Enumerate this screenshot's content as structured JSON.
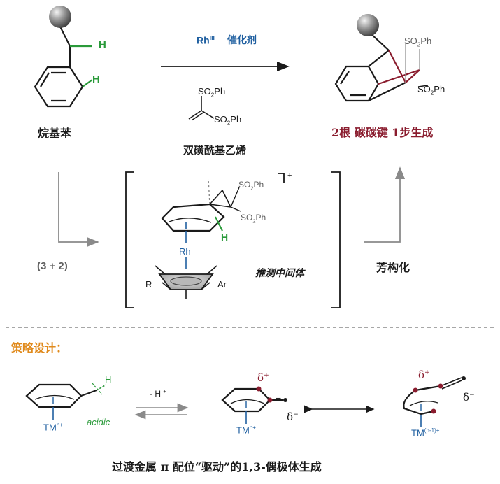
{
  "colors": {
    "bond": "#1a1a1a",
    "green_bond": "#2a9a3a",
    "red_bond": "#8a1c2e",
    "blue": "#1f5fa0",
    "arrow_gray": "#8a8a8a",
    "orange": "#e08a1c",
    "red_text": "#8a1c2e",
    "sphere": "#6e6e6e"
  },
  "top": {
    "substrate_label": "烷基苯",
    "h_label": "H",
    "reagent_rh": "Rh",
    "reagent_rh_sup": "III",
    "reagent_catalyst": "催化剂",
    "reagent_name": "双磺酰基乙烯",
    "so2ph_1": "SO",
    "so2ph_sub": "2",
    "so2ph_ph": "Ph",
    "product_caption": "2根  碳碳键  1步生成"
  },
  "mid": {
    "cycloaddition": "(3 + 2)",
    "charge": "+",
    "rh": "Rh",
    "r": "R",
    "ar": "Ar",
    "h": "H",
    "intermediate": "推测中间体",
    "aromatize": "芳构化"
  },
  "bottom": {
    "strategy_title": "策略设计：",
    "tm": "TM",
    "n_plus": "n+",
    "n_minus_1_plus": "(n-1)+",
    "acidic": "acidic",
    "h": "H",
    "minus_h": "- H",
    "plus": "+",
    "delta_plus": "δ",
    "delta_minus": "δ",
    "minus": "−",
    "caption": "过渡金属 π 配位“驱动”的1,3-偶极体生成"
  }
}
